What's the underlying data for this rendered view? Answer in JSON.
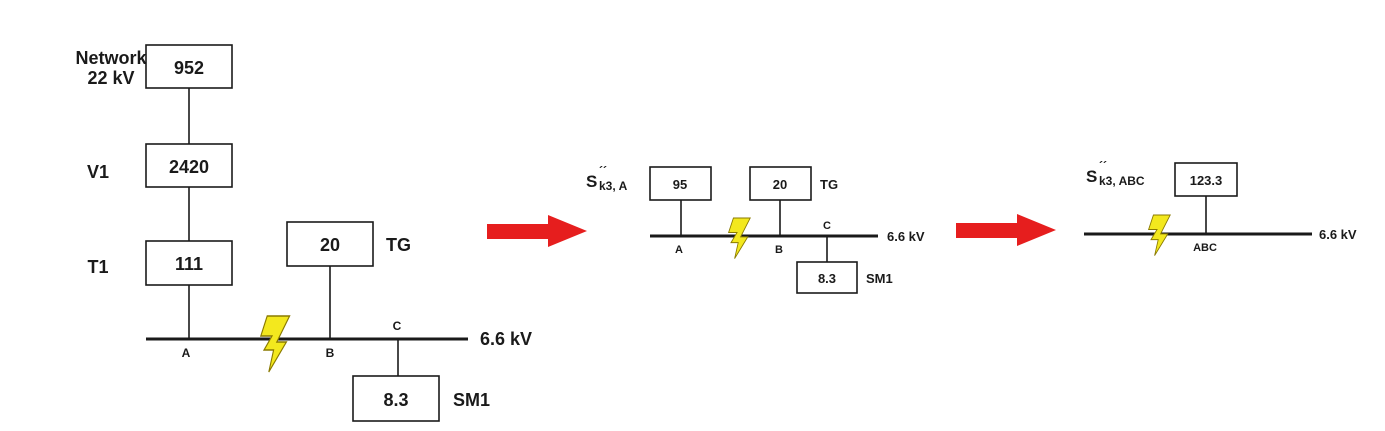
{
  "colors": {
    "line": "#1a1a1a",
    "arrow": "#e61e1e",
    "bolt": "#f3e81e",
    "bolt_edge": "#8a7a00"
  },
  "icons": {
    "fault": "lightning-bolt-icon",
    "transition": "right-arrow-icon"
  },
  "step1": {
    "network_label_1": "Network",
    "network_label_2": "22 kV",
    "network_value": "952",
    "v1_label": "V1",
    "v1_value": "2420",
    "t1_label": "T1",
    "t1_value": "111",
    "tg_value": "20",
    "tg_label": "TG",
    "bus_voltage": "6.6 kV",
    "node_a": "A",
    "node_b": "B",
    "node_c": "C",
    "sm1_value": "8.3",
    "sm1_label": "SM1"
  },
  "step2": {
    "s_symbol": "S",
    "s_primes": "´´",
    "s_subscript": "k3, A",
    "a_value": "95",
    "tg_value": "20",
    "tg_label": "TG",
    "bus_voltage": "6.6 kV",
    "node_a": "A",
    "node_b": "B",
    "node_c": "C",
    "sm1_value": "8.3",
    "sm1_label": "SM1"
  },
  "step3": {
    "s_symbol": "S",
    "s_primes": "´´",
    "s_subscript": "k3, ABC",
    "abc_value": "123.3",
    "bus_voltage": "6.6 kV",
    "node_abc": "ABC"
  }
}
